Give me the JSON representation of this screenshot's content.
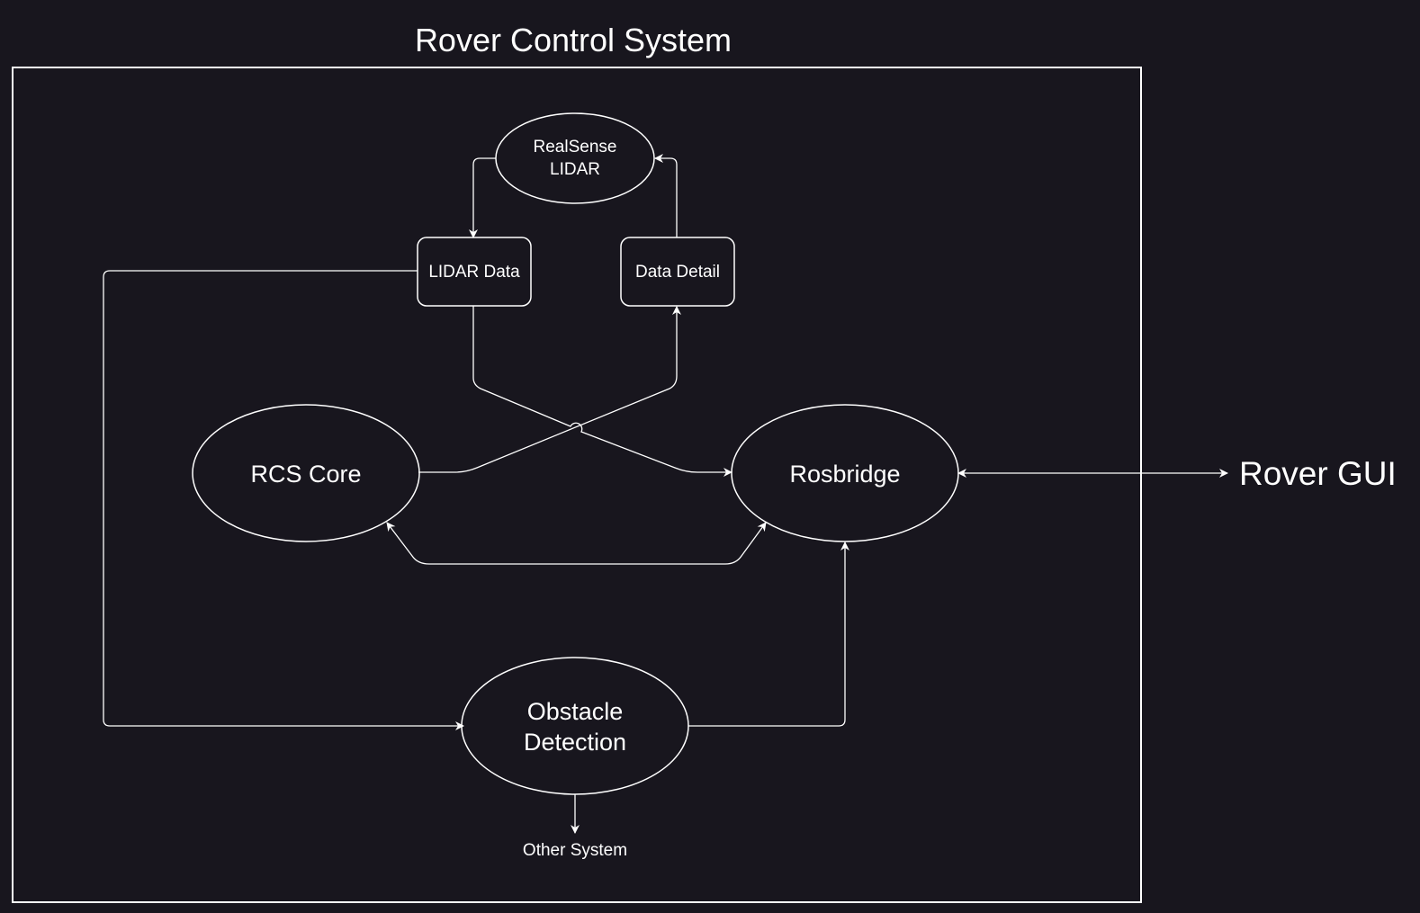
{
  "diagram": {
    "title": "Rover Control System",
    "nodes": {
      "realsense": {
        "line1": "RealSense",
        "line2": "LIDAR",
        "shape": "ellipse"
      },
      "lidar_data": {
        "label": "LIDAR Data",
        "shape": "rounded-rectangle"
      },
      "data_detail": {
        "label": "Data Detail",
        "shape": "rounded-rectangle"
      },
      "rcs_core": {
        "label": "RCS Core",
        "shape": "ellipse"
      },
      "rosbridge": {
        "label": "Rosbridge",
        "shape": "ellipse"
      },
      "obstacle": {
        "line1": "Obstacle",
        "line2": "Detection",
        "shape": "ellipse"
      },
      "other_system": {
        "label": "Other System"
      },
      "rover_gui": {
        "label": "Rover GUI"
      }
    },
    "edges": [
      {
        "from": "RealSense LIDAR",
        "to": "LIDAR Data",
        "arrow": "end"
      },
      {
        "from": "Data Detail",
        "to": "RealSense LIDAR",
        "arrow": "end"
      },
      {
        "from": "RCS Core",
        "to": "Data Detail",
        "arrow": "end"
      },
      {
        "from": "LIDAR Data",
        "to": "Rosbridge",
        "arrow": "end"
      },
      {
        "from": "RCS Core",
        "to": "Rosbridge",
        "arrow": "both"
      },
      {
        "from": "LIDAR Data",
        "to": "Obstacle Detection",
        "arrow": "end"
      },
      {
        "from": "Obstacle Detection",
        "to": "Rosbridge",
        "arrow": "end"
      },
      {
        "from": "Obstacle Detection",
        "to": "Other System",
        "arrow": "end"
      },
      {
        "from": "Rosbridge",
        "to": "Rover GUI",
        "arrow": "both"
      }
    ]
  },
  "colors": {
    "background": "#18161e",
    "foreground": "#ffffff"
  }
}
